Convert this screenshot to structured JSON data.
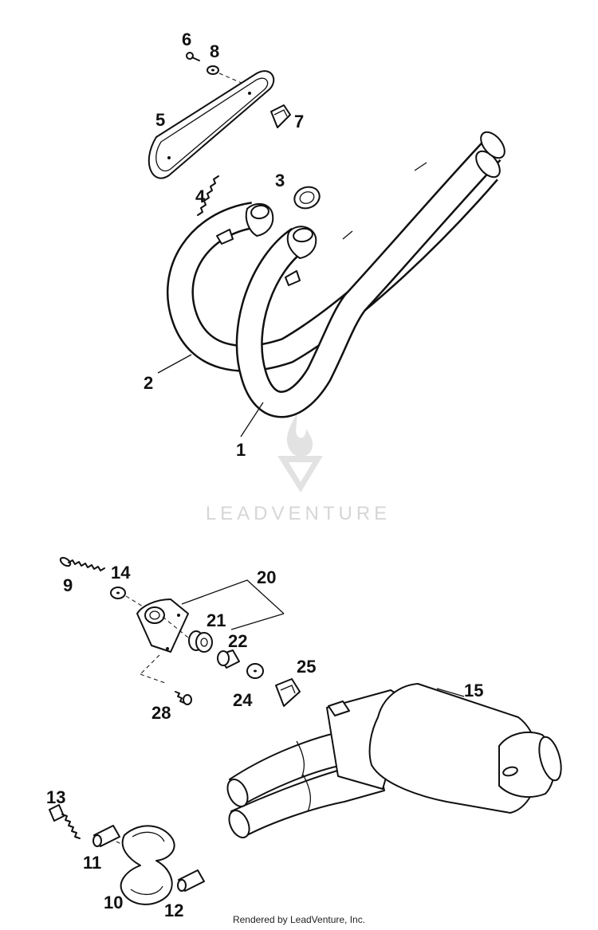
{
  "diagram": {
    "callouts": {
      "c1": "1",
      "c2": "2",
      "c3": "3",
      "c4": "4",
      "c5": "5",
      "c6": "6",
      "c7": "7",
      "c8": "8",
      "c9": "9",
      "c10": "10",
      "c11": "11",
      "c12": "12",
      "c13": "13",
      "c14": "14",
      "c15": "15",
      "c20": "20",
      "c21": "21",
      "c22": "22",
      "c24": "24",
      "c25": "25",
      "c28": "28"
    }
  },
  "watermark": {
    "text": "LEADVENTURE"
  },
  "footer": {
    "text": "Rendered by LeadVenture, Inc."
  }
}
